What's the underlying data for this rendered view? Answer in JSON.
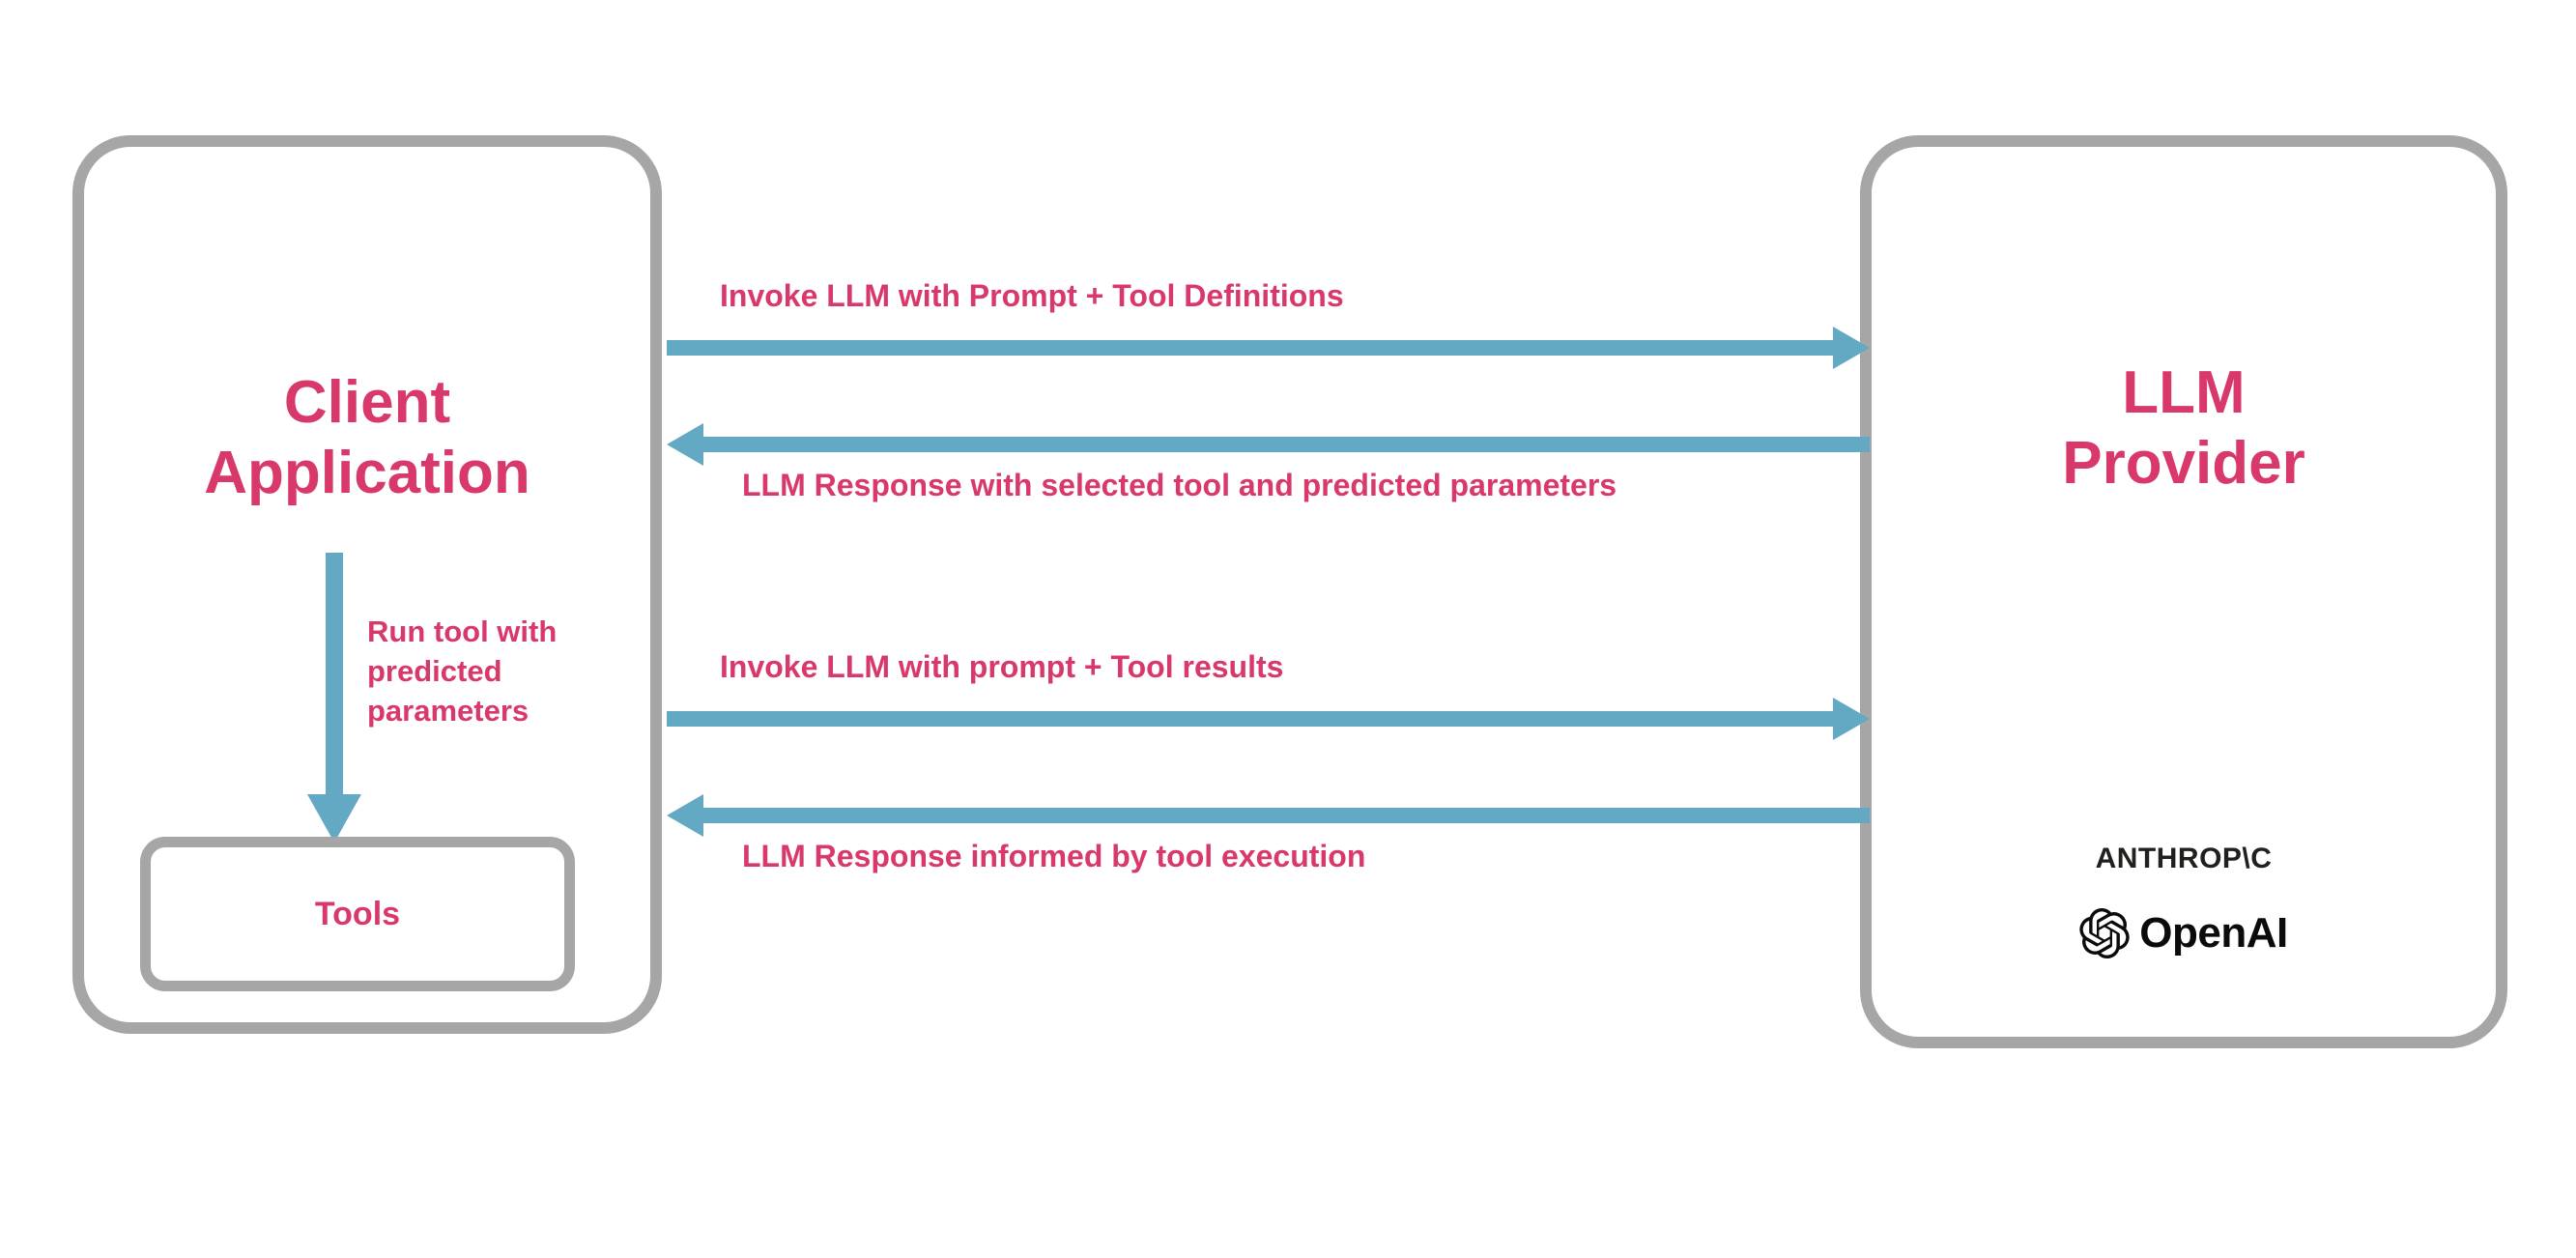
{
  "diagram": {
    "title": "LLM tool calling sequence",
    "colors": {
      "accent_text": "#d8386a",
      "arrow": "#63a9c4",
      "box_border": "#a6a6a6",
      "logo_text": "#20201e",
      "background": "#ffffff"
    }
  },
  "client": {
    "title": "Client\nApplication",
    "tools_label": "Tools",
    "run_tool_label": "Run tool with\npredicted\nparameters"
  },
  "provider": {
    "title": "LLM\nProvider",
    "logos": {
      "anthropic_text": "ANTHROP\\C",
      "openai_text": "OpenAI"
    }
  },
  "flows": [
    {
      "id": "invoke-1",
      "label": "Invoke LLM with Prompt + Tool Definitions",
      "direction": "right",
      "from": "Client Application",
      "to": "LLM Provider"
    },
    {
      "id": "response-1",
      "label": "LLM Response with selected tool and predicted parameters",
      "direction": "left",
      "from": "LLM Provider",
      "to": "Client Application"
    },
    {
      "id": "invoke-2",
      "label": "Invoke LLM with prompt + Tool results",
      "direction": "right",
      "from": "Client Application",
      "to": "LLM Provider"
    },
    {
      "id": "response-2",
      "label": "LLM Response informed by tool execution",
      "direction": "left",
      "from": "LLM Provider",
      "to": "Client Application"
    }
  ]
}
